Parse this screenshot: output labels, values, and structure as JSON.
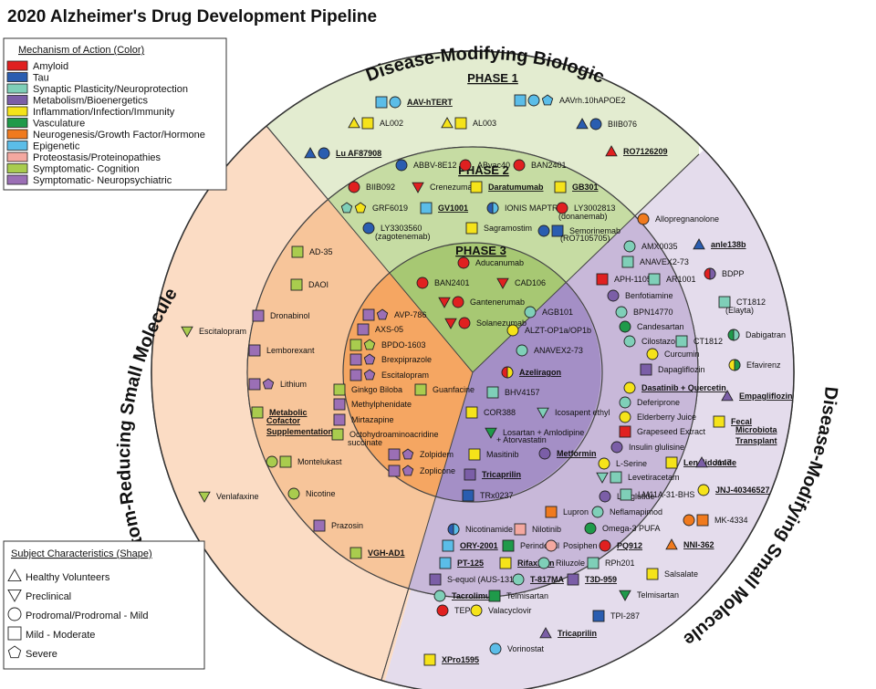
{
  "title": "2020 Alzheimer's Drug Development Pipeline",
  "colors": {
    "amyloid": "#e02020",
    "tau": "#2a5db0",
    "synaptic": "#7fcfb8",
    "metabolism": "#7b5ea7",
    "inflammation": "#f5e31a",
    "vasculature": "#1f9a4a",
    "neurogenesis": "#f07a1e",
    "epigenetic": "#5bbde8",
    "proteostasis": "#f4a8a0",
    "cognition": "#a9cc4e",
    "neuropsych": "#9b6fb5"
  },
  "legend_moa": {
    "heading": "Mechanism of Action (Color)",
    "items": [
      {
        "label": "Amyloid",
        "color": "amyloid"
      },
      {
        "label": "Tau",
        "color": "tau"
      },
      {
        "label": "Synaptic Plasticity/Neuroprotection",
        "color": "synaptic"
      },
      {
        "label": "Metabolism/Bioenergetics",
        "color": "metabolism"
      },
      {
        "label": "Inflammation/Infection/Immunity",
        "color": "inflammation"
      },
      {
        "label": "Vasculature",
        "color": "vasculature"
      },
      {
        "label": "Neurogenesis/Growth Factor/Hormone",
        "color": "neurogenesis"
      },
      {
        "label": "Epigenetic",
        "color": "epigenetic"
      },
      {
        "label": "Proteostasis/Proteinopathies",
        "color": "proteostasis"
      },
      {
        "label": "Symptomatic- Cognition",
        "color": "cognition"
      },
      {
        "label": "Symptomatic- Neuropsychiatric",
        "color": "neuropsych"
      }
    ]
  },
  "legend_shape": {
    "heading": "Subject Characteristics (Shape)",
    "items": [
      {
        "label": "Healthy Volunteers",
        "shape": "tri"
      },
      {
        "label": "Preclinical",
        "shape": "itri"
      },
      {
        "label": "Prodromal/Prodromal - Mild",
        "shape": "circ"
      },
      {
        "label": "Mild - Moderate",
        "shape": "sq"
      },
      {
        "label": "Severe",
        "shape": "pent"
      }
    ]
  },
  "sections": {
    "disease_modifying_biologic": "Disease-Modifying Biologic",
    "symptom_reducing": "Symptom-Reducing Small Molecule",
    "disease_modifying_small": "Disease-Modifying Small Molecule",
    "phase1": "PHASE 1",
    "phase2": "PHASE 2",
    "phase3": "PHASE 3"
  },
  "drugs": [
    {
      "name": "AAV-hTERT",
      "bold": true
    },
    {
      "name": "AAVrh.10hAPOE2",
      "bold": false
    },
    {
      "name": "AL002",
      "bold": false
    },
    {
      "name": "AL003",
      "bold": false
    },
    {
      "name": "BIIB076",
      "bold": false
    },
    {
      "name": "Lu AF87908",
      "bold": true
    },
    {
      "name": "RO7126209",
      "bold": true
    },
    {
      "name": "ABBV-8E12",
      "bold": false
    },
    {
      "name": "ABvac40",
      "bold": false
    },
    {
      "name": "BAN2401",
      "bold": false
    },
    {
      "name": "BIIB092",
      "bold": false
    },
    {
      "name": "Crenezumab",
      "bold": false
    },
    {
      "name": "Daratumumab",
      "bold": true
    },
    {
      "name": "GB301",
      "bold": true
    },
    {
      "name": "GRF6019",
      "bold": false
    },
    {
      "name": "GV1001",
      "bold": true
    },
    {
      "name": "IONIS MAPTRx",
      "bold": false
    },
    {
      "name": "LY3002813",
      "bold": false
    },
    {
      "name": "(donanemab)",
      "bold": false
    },
    {
      "name": "LY3303560",
      "bold": false
    },
    {
      "name": "(zagotenemab)",
      "bold": false
    },
    {
      "name": "Sagramostim",
      "bold": false
    },
    {
      "name": "Semorinemab",
      "bold": false
    },
    {
      "name": "(RO7105705)",
      "bold": false
    },
    {
      "name": "Aducanumab",
      "bold": false
    },
    {
      "name": "BAN2401",
      "bold": false
    },
    {
      "name": "CAD106",
      "bold": false
    },
    {
      "name": "Gantenerumab",
      "bold": false
    },
    {
      "name": "Solanezumab",
      "bold": false
    },
    {
      "name": "AD-35",
      "bold": false
    },
    {
      "name": "DAOI",
      "bold": false
    },
    {
      "name": "Dronabinol",
      "bold": false
    },
    {
      "name": "Lemborexant",
      "bold": false
    },
    {
      "name": "Lithium",
      "bold": false
    },
    {
      "name": "Metabolic",
      "bold": true
    },
    {
      "name": "Cofactor",
      "bold": true
    },
    {
      "name": "Supplementation",
      "bold": true
    },
    {
      "name": "Montelukast",
      "bold": false
    },
    {
      "name": "Nicotine",
      "bold": false
    },
    {
      "name": "Prazosin",
      "bold": false
    },
    {
      "name": "VGH-AD1",
      "bold": true
    },
    {
      "name": "Escitalopram",
      "bold": false
    },
    {
      "name": "Venlafaxine",
      "bold": false
    },
    {
      "name": "AVP-786",
      "bold": false
    },
    {
      "name": "AXS-05",
      "bold": false
    },
    {
      "name": "BPDO-1603",
      "bold": false
    },
    {
      "name": "Brexpiprazole",
      "bold": false
    },
    {
      "name": "Escitalopram",
      "bold": false
    },
    {
      "name": "Ginkgo Biloba",
      "bold": false
    },
    {
      "name": "Guanfacine",
      "bold": false
    },
    {
      "name": "Methylphenidate",
      "bold": false
    },
    {
      "name": "Mirtazapine",
      "bold": false
    },
    {
      "name": "Octohydroaminoacridine",
      "bold": false
    },
    {
      "name": "succinate",
      "bold": false
    },
    {
      "name": "Zolpidem",
      "bold": false
    },
    {
      "name": "Zoplicone",
      "bold": false
    },
    {
      "name": "AGB101",
      "bold": false
    },
    {
      "name": "ALZT-OP1a/OP1b",
      "bold": false
    },
    {
      "name": "ANAVEX2-73",
      "bold": false
    },
    {
      "name": "Azeliragon",
      "bold": true
    },
    {
      "name": "BHV4157",
      "bold": false
    },
    {
      "name": "COR388",
      "bold": false
    },
    {
      "name": "Icosapent ethyl",
      "bold": false
    },
    {
      "name": "Losartan + Amlodipine",
      "bold": false
    },
    {
      "name": "+ Atorvastatin",
      "bold": false
    },
    {
      "name": "Masitinib",
      "bold": false
    },
    {
      "name": "Metformin",
      "bold": true
    },
    {
      "name": "Tricaprilin",
      "bold": true
    },
    {
      "name": "TRx0237",
      "bold": false
    },
    {
      "name": "Allopregnanolone",
      "bold": false
    },
    {
      "name": "AMX0035",
      "bold": false
    },
    {
      "name": "anle138b",
      "bold": true
    },
    {
      "name": "ANAVEX2-73",
      "bold": false
    },
    {
      "name": "APH-1105",
      "bold": false
    },
    {
      "name": "AR1001",
      "bold": false
    },
    {
      "name": "BDPP",
      "bold": false
    },
    {
      "name": "Benfotiamine",
      "bold": false
    },
    {
      "name": "BPN14770",
      "bold": false
    },
    {
      "name": "CT1812",
      "bold": false
    },
    {
      "name": "(Elayta)",
      "bold": false
    },
    {
      "name": "Candesartan",
      "bold": false
    },
    {
      "name": "Cilostazol",
      "bold": false
    },
    {
      "name": "CT1812",
      "bold": false
    },
    {
      "name": "Dabigatran",
      "bold": false
    },
    {
      "name": "Curcumin",
      "bold": false
    },
    {
      "name": "Dapagliflozin",
      "bold": false
    },
    {
      "name": "Efavirenz",
      "bold": false
    },
    {
      "name": "Dasatinib + Quercetin",
      "bold": true
    },
    {
      "name": "Deferiprone",
      "bold": false
    },
    {
      "name": "Empagliflozin",
      "bold": true
    },
    {
      "name": "Elderberry Juice",
      "bold": false
    },
    {
      "name": "Fecal",
      "bold": true
    },
    {
      "name": "Microbiota",
      "bold": true
    },
    {
      "name": "Transplant",
      "bold": true
    },
    {
      "name": "Grapeseed Extract",
      "bold": false
    },
    {
      "name": "Insulin glulisine",
      "bold": false
    },
    {
      "name": "L-Serine",
      "bold": false
    },
    {
      "name": "Lenalidomide",
      "bold": true
    },
    {
      "name": "J147",
      "bold": false
    },
    {
      "name": "Levetiracetam",
      "bold": false
    },
    {
      "name": "Liraglutide",
      "bold": false
    },
    {
      "name": "LM11A-31-BHS",
      "bold": false
    },
    {
      "name": "JNJ-40346527",
      "bold": true
    },
    {
      "name": "Neflamapimod",
      "bold": false
    },
    {
      "name": "Lupron",
      "bold": false
    },
    {
      "name": "MK-4334",
      "bold": false
    },
    {
      "name": "Nicotinamide",
      "bold": false
    },
    {
      "name": "Nilotinib",
      "bold": false
    },
    {
      "name": "Omega-3 PUFA",
      "bold": false
    },
    {
      "name": "ORY-2001",
      "bold": true
    },
    {
      "name": "Perindopril",
      "bold": false
    },
    {
      "name": "Posiphen",
      "bold": false
    },
    {
      "name": "PQ912",
      "bold": true
    },
    {
      "name": "NNI-362",
      "bold": true
    },
    {
      "name": "PT-125",
      "bold": true
    },
    {
      "name": "Rifaximin",
      "bold": true
    },
    {
      "name": "Riluzole",
      "bold": false
    },
    {
      "name": "RPh201",
      "bold": false
    },
    {
      "name": "S-equol (AUS-131)",
      "bold": false
    },
    {
      "name": "T-817MA",
      "bold": true
    },
    {
      "name": "T3D-959",
      "bold": true
    },
    {
      "name": "Salsalate",
      "bold": false
    },
    {
      "name": "Tacrolimus",
      "bold": true
    },
    {
      "name": "Telmisartan",
      "bold": false
    },
    {
      "name": "Telmisartan",
      "bold": false
    },
    {
      "name": "TEP",
      "bold": false
    },
    {
      "name": "Valacyclovir",
      "bold": false
    },
    {
      "name": "TPI-287",
      "bold": false
    },
    {
      "name": "Tricaprilin",
      "bold": true
    },
    {
      "name": "Vorinostat",
      "bold": false
    },
    {
      "name": "XPro1595",
      "bold": true
    }
  ]
}
